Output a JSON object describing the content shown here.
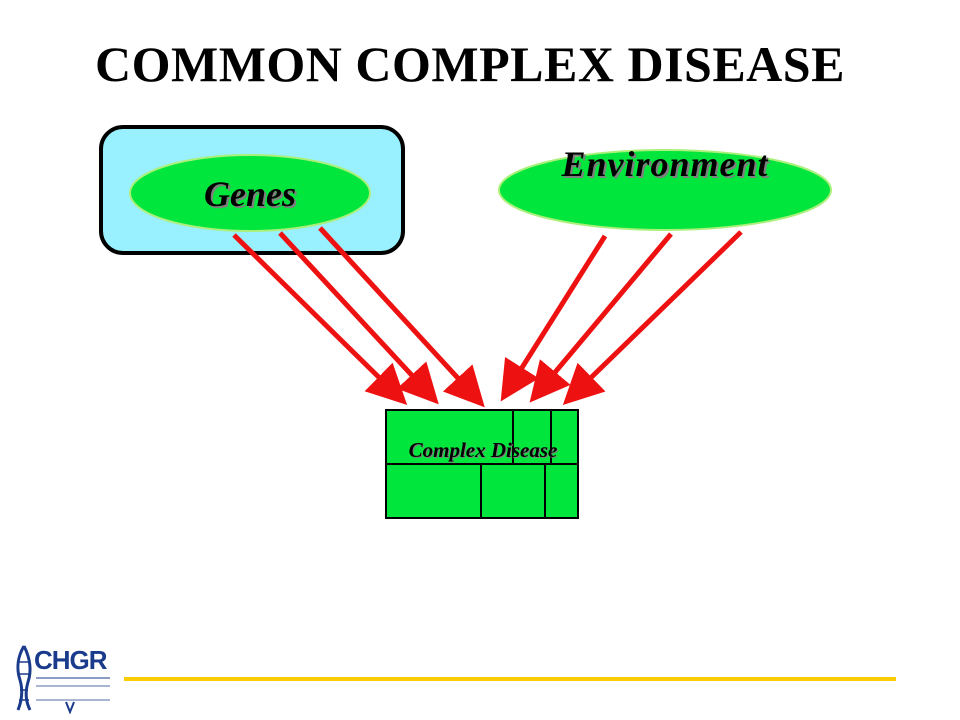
{
  "slide": {
    "title": "COMMON COMPLEX DISEASE"
  },
  "diagram": {
    "genes": {
      "label": "Genes",
      "fill": "#00e63c",
      "box_fill": "#99f0ff"
    },
    "environment": {
      "label": "Environment",
      "fill": "#00e63c"
    },
    "disease": {
      "label": "Complex Disease",
      "fill": "#00e63c"
    },
    "arrow_color": "#ee1111",
    "arrows_from_genes": 3,
    "arrows_from_environment": 3
  },
  "footer": {
    "logo_name": "CHGR",
    "rule_color": "#ffcc00"
  }
}
